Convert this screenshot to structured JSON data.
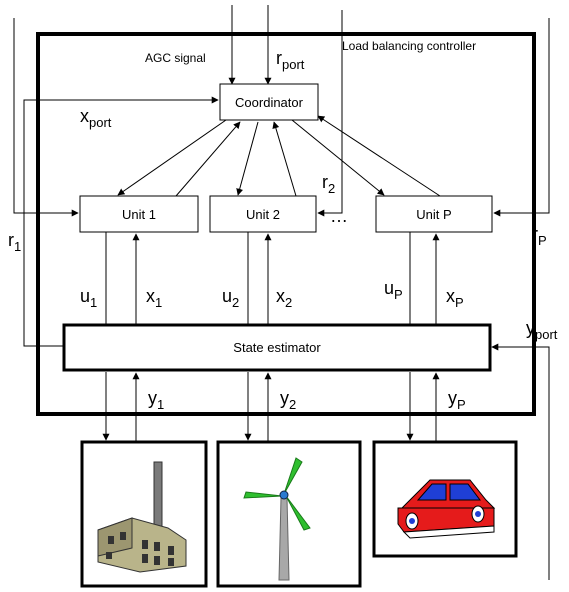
{
  "controller": {
    "title": "Load balancing controller",
    "agc_label": "AGC signal"
  },
  "coordinator": {
    "label": "Coordinator"
  },
  "units": [
    {
      "label": "Unit 1"
    },
    {
      "label": "Unit 2"
    },
    {
      "label": "Unit P"
    }
  ],
  "ellipsis": "…",
  "estimator": {
    "label": "State estimator"
  },
  "variables": {
    "r_port": {
      "base": "r",
      "sub": "port"
    },
    "x_port": {
      "base": "x",
      "sub": "port"
    },
    "y_port": {
      "base": "y",
      "sub": "port"
    },
    "r_1": {
      "base": "r",
      "sub": "1"
    },
    "r_2": {
      "base": "r",
      "sub": "2"
    },
    "r_P": {
      "base": "r",
      "sub": "P"
    },
    "u_1": {
      "base": "u",
      "sub": "1"
    },
    "x_1": {
      "base": "x",
      "sub": "1"
    },
    "u_2": {
      "base": "u",
      "sub": "2"
    },
    "x_2": {
      "base": "x",
      "sub": "2"
    },
    "u_P": {
      "base": "u",
      "sub": "P"
    },
    "x_P": {
      "base": "x",
      "sub": "P"
    },
    "y_1": {
      "base": "y",
      "sub": "1"
    },
    "y_2": {
      "base": "y",
      "sub": "2"
    },
    "y_P": {
      "base": "y",
      "sub": "P"
    }
  },
  "devices": [
    {
      "icon": "power-plant-icon"
    },
    {
      "icon": "wind-turbine-icon"
    },
    {
      "icon": "electric-car-icon"
    }
  ]
}
